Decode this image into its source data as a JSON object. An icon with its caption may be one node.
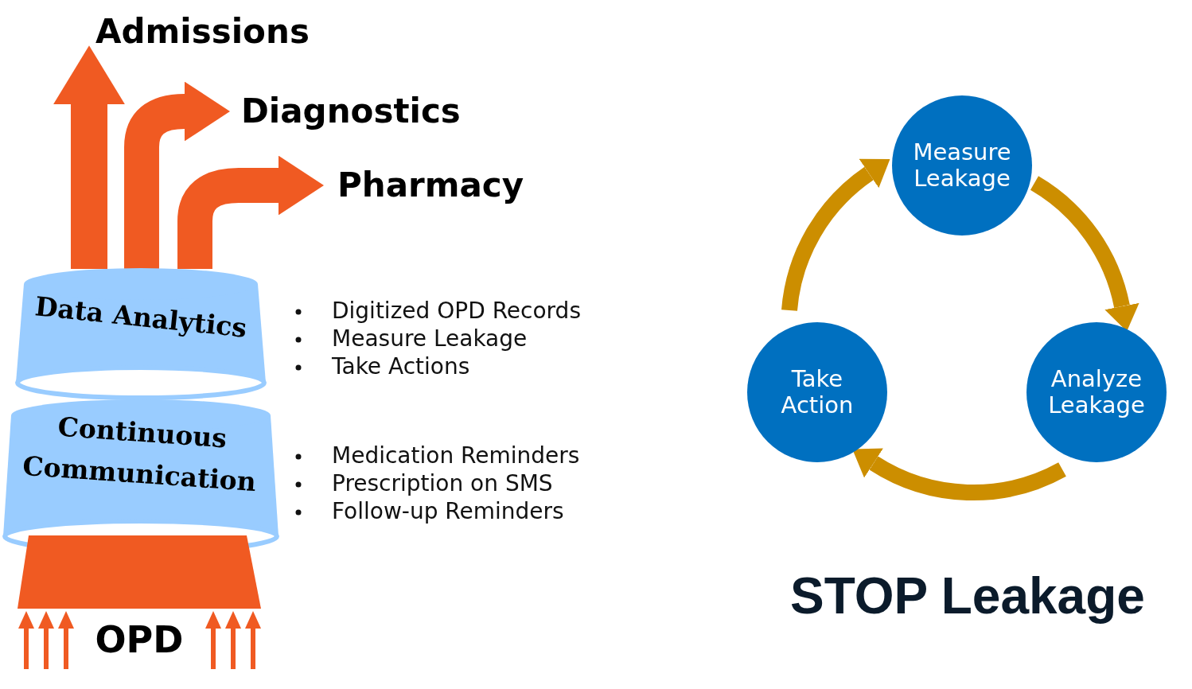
{
  "diagram": {
    "nodes": [
      {
        "text": [
          "Admissions"
        ]
      },
      {
        "text": [
          "Diagnostics"
        ]
      },
      {
        "text": [
          "Pharmacy"
        ]
      },
      {
        "text": [
          "Data Analytics"
        ]
      },
      {
        "text": [
          "Continuous Communication"
        ]
      },
      {
        "text": [
          "OPD"
        ]
      },
      {
        "text": [
          "Measure Leakage"
        ]
      },
      {
        "text": [
          "Analyze Leakage"
        ]
      },
      {
        "text": [
          "Take Action"
        ]
      }
    ],
    "edges": [
      {
        "from": 3,
        "to": 0,
        "arrow": "to",
        "style": "thick"
      },
      {
        "from": 3,
        "to": 1,
        "arrow": "to",
        "style": "thick"
      },
      {
        "from": 3,
        "to": 2,
        "arrow": "to",
        "style": "thick"
      },
      {
        "from": 6,
        "to": 7,
        "arrow": "to",
        "color": "#cc8e00"
      },
      {
        "from": 7,
        "to": 8,
        "arrow": "to",
        "color": "#cc8e00"
      },
      {
        "from": 8,
        "to": 6,
        "arrow": "to",
        "color": "#cc8e00"
      }
    ],
    "labels": [
      "Digitized OPD Records",
      "Measure Leakage",
      "Take Actions",
      "Medication Reminders",
      "Prescription on SMS",
      "Follow-up Reminders",
      "STOP Leakage"
    ]
  }
}
